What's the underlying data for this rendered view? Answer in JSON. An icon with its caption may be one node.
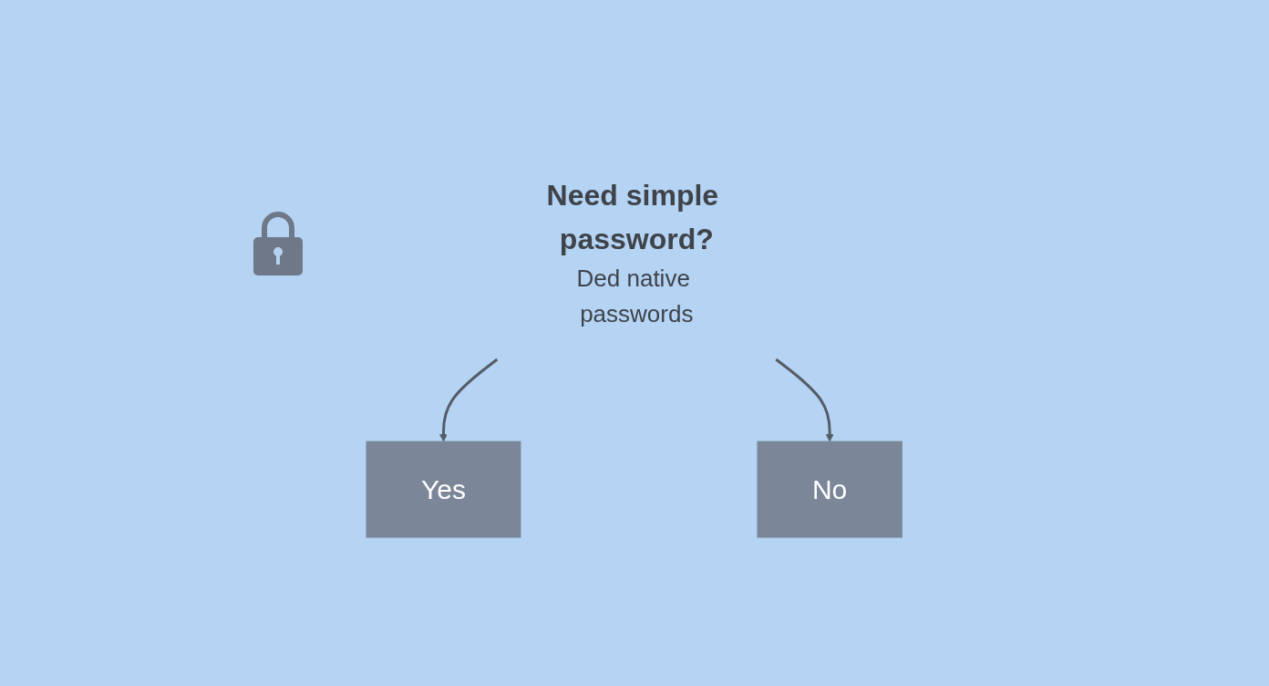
{
  "diagram": {
    "nodes": [
      {
        "text": [
          "Need simple password?",
          "Ded native passwords"
        ]
      },
      {
        "text": [
          "Yes"
        ]
      },
      {
        "text": [
          "No"
        ]
      }
    ],
    "edges": [
      {
        "from": 0,
        "to": 1,
        "arrow": "to"
      },
      {
        "from": 0,
        "to": 2,
        "arrow": "to"
      }
    ]
  }
}
